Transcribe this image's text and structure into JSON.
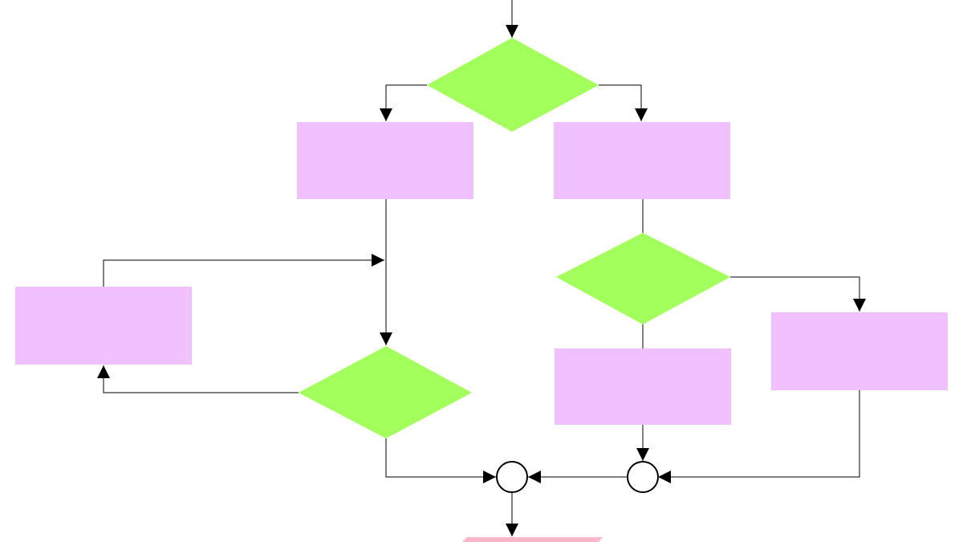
{
  "colors": {
    "process_fill": "#f0c0ff",
    "decision_fill": "#a2ff5c",
    "terminal_fill": "#ffb6c8",
    "line": "#000000",
    "junction_fill": "#ffffff"
  },
  "nodes": [
    {
      "id": "start-terminal",
      "kind": "terminal",
      "text": ""
    },
    {
      "id": "decision-top",
      "kind": "decision",
      "text": ""
    },
    {
      "id": "process-left",
      "kind": "process",
      "text": ""
    },
    {
      "id": "process-right",
      "kind": "process",
      "text": ""
    },
    {
      "id": "process-far-left",
      "kind": "process",
      "text": ""
    },
    {
      "id": "decision-left",
      "kind": "decision",
      "text": ""
    },
    {
      "id": "decision-right",
      "kind": "decision",
      "text": ""
    },
    {
      "id": "process-right-lower",
      "kind": "process",
      "text": ""
    },
    {
      "id": "process-far-right",
      "kind": "process",
      "text": ""
    },
    {
      "id": "merge-junction-right",
      "kind": "junction",
      "text": ""
    },
    {
      "id": "merge-junction-center",
      "kind": "junction",
      "text": ""
    },
    {
      "id": "end-terminal",
      "kind": "terminal",
      "text": ""
    }
  ],
  "edges": [
    {
      "from": "start-terminal",
      "to": "decision-top"
    },
    {
      "from": "decision-top",
      "to": "process-left"
    },
    {
      "from": "decision-top",
      "to": "process-right"
    },
    {
      "from": "process-left",
      "to": "decision-left"
    },
    {
      "from": "decision-left",
      "to": "process-far-left"
    },
    {
      "from": "process-far-left",
      "to": "process-left"
    },
    {
      "from": "decision-left",
      "to": "merge-junction-center"
    },
    {
      "from": "process-right",
      "to": "decision-right"
    },
    {
      "from": "decision-right",
      "to": "process-far-right"
    },
    {
      "from": "decision-right",
      "to": "process-right-lower"
    },
    {
      "from": "process-right-lower",
      "to": "merge-junction-right"
    },
    {
      "from": "process-far-right",
      "to": "merge-junction-right"
    },
    {
      "from": "merge-junction-right",
      "to": "merge-junction-center"
    },
    {
      "from": "merge-junction-center",
      "to": "end-terminal"
    }
  ]
}
